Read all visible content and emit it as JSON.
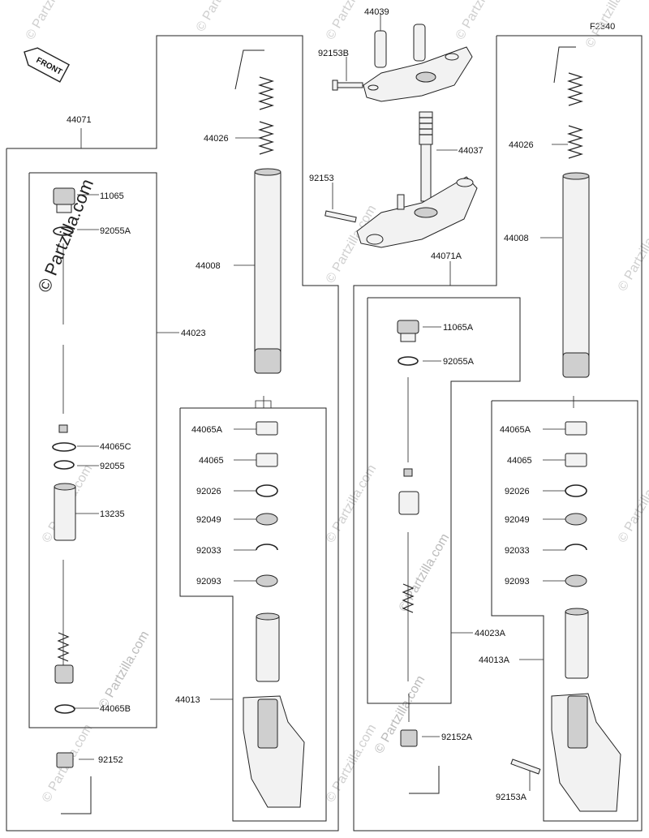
{
  "diagram_code": "F2340",
  "front_label": "FRONT",
  "watermark": "© Partzilla.com",
  "labels": {
    "p44039": "44039",
    "p92153B": "92153B",
    "p44037": "44037",
    "p92153": "92153",
    "p44071": "44071",
    "p44071A": "44071A",
    "p44026_l": "44026",
    "p44026_r": "44026",
    "p44008_l": "44008",
    "p44008_r": "44008",
    "p11065": "11065",
    "p92055A_l": "92055A",
    "p44023": "44023",
    "p44065C": "44065C",
    "p92055": "92055",
    "p13235": "13235",
    "p44065B": "44065B",
    "p92152": "92152",
    "p44065A_l": "44065A",
    "p44065_l": "44065",
    "p92026_l": "92026",
    "p92049_l": "92049",
    "p92033_l": "92033",
    "p92093_l": "92093",
    "p44013": "44013",
    "p11065A": "11065A",
    "p92055A_r": "92055A",
    "p44023A": "44023A",
    "p92152A": "92152A",
    "p44065A_r": "44065A",
    "p44065_r": "44065",
    "p92026_r": "92026",
    "p92049_r": "92049",
    "p92033_r": "92033",
    "p92093_r": "92093",
    "p44013A": "44013A",
    "p92153A": "92153A"
  }
}
